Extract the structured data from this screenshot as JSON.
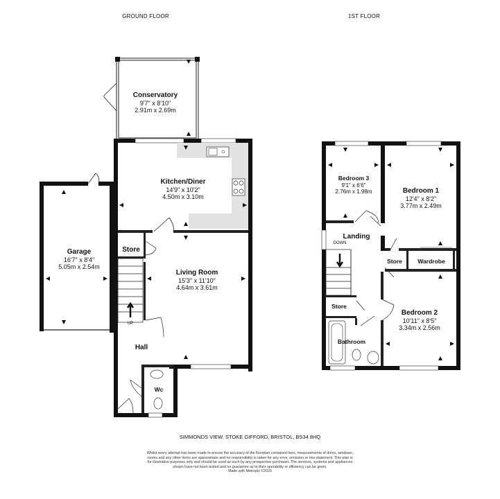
{
  "floors": {
    "ground": "GROUND FLOOR",
    "first": "1ST FLOOR"
  },
  "rooms": {
    "conservatory": {
      "name": "Conservatory",
      "imperial": "9'7\" x 8'10\"",
      "metric": "2.91m x 2.69m"
    },
    "kitchen": {
      "name": "Kitchen/Diner",
      "imperial": "14'9\" x 10'2\"",
      "metric": "4.50m x 3.10m"
    },
    "garage": {
      "name": "Garage",
      "imperial": "16'7\" x 8'4\"",
      "metric": "5.05m x 2.54m"
    },
    "living": {
      "name": "Living Room",
      "imperial": "15'3\" x 11'10\"",
      "metric": "4.64m x 3.61m"
    },
    "store_ground": {
      "name": "Store"
    },
    "hall": {
      "name": "Hall"
    },
    "wc": {
      "name": "Wc"
    },
    "bedroom3": {
      "name": "Bedroom 3",
      "imperial": "9'1\" x 6'6\"",
      "metric": "2.76m x 1.98m"
    },
    "bedroom1": {
      "name": "Bedroom 1",
      "imperial": "12'4\" x 8'2\"",
      "metric": "3.77m x 2.49m"
    },
    "landing": {
      "name": "Landing"
    },
    "store_first_a": {
      "name": "Store"
    },
    "wardrobe": {
      "name": "Wardrobe"
    },
    "store_first_b": {
      "name": "Store"
    },
    "bedroom2": {
      "name": "Bedroom 2",
      "imperial": "10'11\" x 8'5\"",
      "metric": "3.34m x 2.56m"
    },
    "bathroom": {
      "name": "Bathroom"
    }
  },
  "stairs": {
    "up": "UP",
    "down": "DOWN"
  },
  "footer": {
    "address": "SIMMONDS VIEW, STOKE GIFFORD, BRISTOL, BS34 8HQ",
    "disclaimer": "Whilst every attempt has been made to ensure the accuracy of the floorplan contained here, measurements of doors, windows, rooms and any other items are approximate and no responsibility is taken for any error, omission or mis-statement. This plan is for illustrative purposes only and should be used as such by any prospective purchaser. The services, systems and appliances shown have not been tested and no guarantee as to their operability or efficiency can be given.",
    "copyright": "Made with Metropix ©2025"
  },
  "colors": {
    "wall": "#111111",
    "kitchen_worktop": "#e2e2e2",
    "background": "#ffffff"
  }
}
